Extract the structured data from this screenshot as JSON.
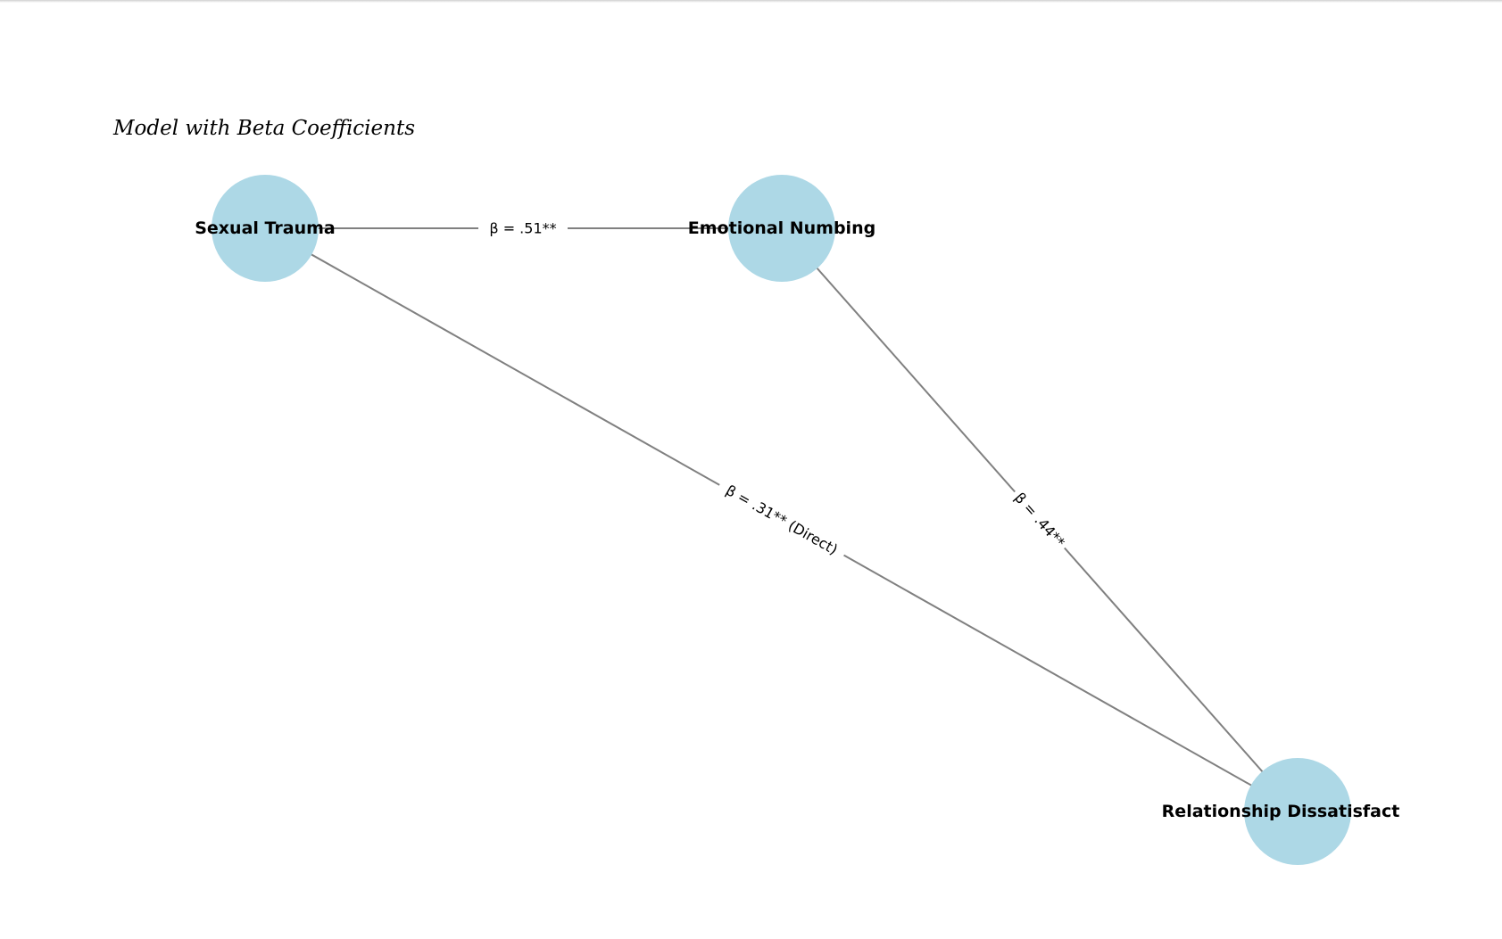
{
  "title": "Model with Beta Coefficients",
  "colors": {
    "node": "#add8e6",
    "edge": "#808080"
  },
  "nodes": [
    {
      "id": "trauma",
      "label": "Sexual Trauma"
    },
    {
      "id": "numbing",
      "label": "Emotional Numbing"
    },
    {
      "id": "dissatisfaction",
      "label": "Relationship Dissatisfact"
    }
  ],
  "edges": [
    {
      "from": "trauma",
      "to": "numbing",
      "label": "β = .51**"
    },
    {
      "from": "numbing",
      "to": "dissatisfaction",
      "label": "β = .44**"
    },
    {
      "from": "trauma",
      "to": "dissatisfaction",
      "label": "β = .31** (Direct)"
    }
  ]
}
